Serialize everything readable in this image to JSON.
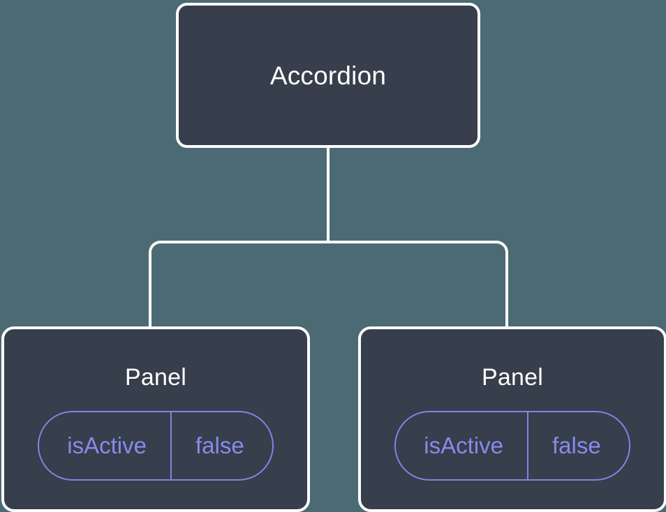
{
  "diagram": {
    "type": "component-tree",
    "background_color": "#4c6a73",
    "node_fill_color": "#373e4c",
    "node_border_color": "#ffffff",
    "node_title_color": "#ffffff",
    "state_accent_color": "#868cea",
    "connector_color": "#ffffff",
    "root": {
      "title": "Accordion"
    },
    "children": [
      {
        "title": "Panel",
        "state": {
          "key": "isActive",
          "value": "false"
        }
      },
      {
        "title": "Panel",
        "state": {
          "key": "isActive",
          "value": "false"
        }
      }
    ]
  }
}
